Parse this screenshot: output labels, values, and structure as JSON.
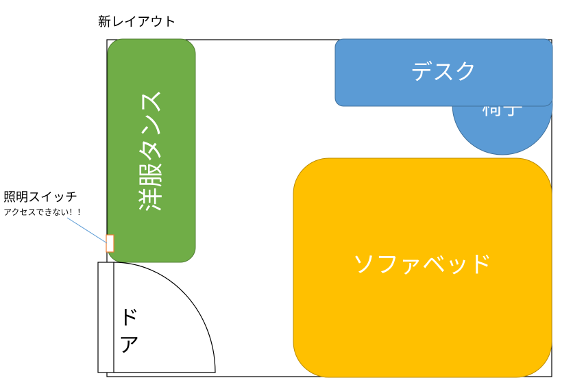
{
  "title": "新レイアウト",
  "furniture": {
    "wardrobe": {
      "label": "洋服タンス",
      "color": "#70AD47",
      "border": "#507E32"
    },
    "desk": {
      "label": "デスク",
      "color": "#5B9BD5",
      "border": "#41719C"
    },
    "chair": {
      "label": "椅子",
      "color": "#5B9BD5",
      "border": "#41719C"
    },
    "sofabed": {
      "label": "ソファベッド",
      "color": "#FFC000",
      "border": "#BC8C00"
    },
    "door": {
      "label_line1": "ド",
      "label_line2": "ア"
    }
  },
  "switch": {
    "label": "照明スイッチ",
    "note": "アクセスできない！！",
    "color": "#ED7D31"
  },
  "callout_color": "#5B9BD5"
}
